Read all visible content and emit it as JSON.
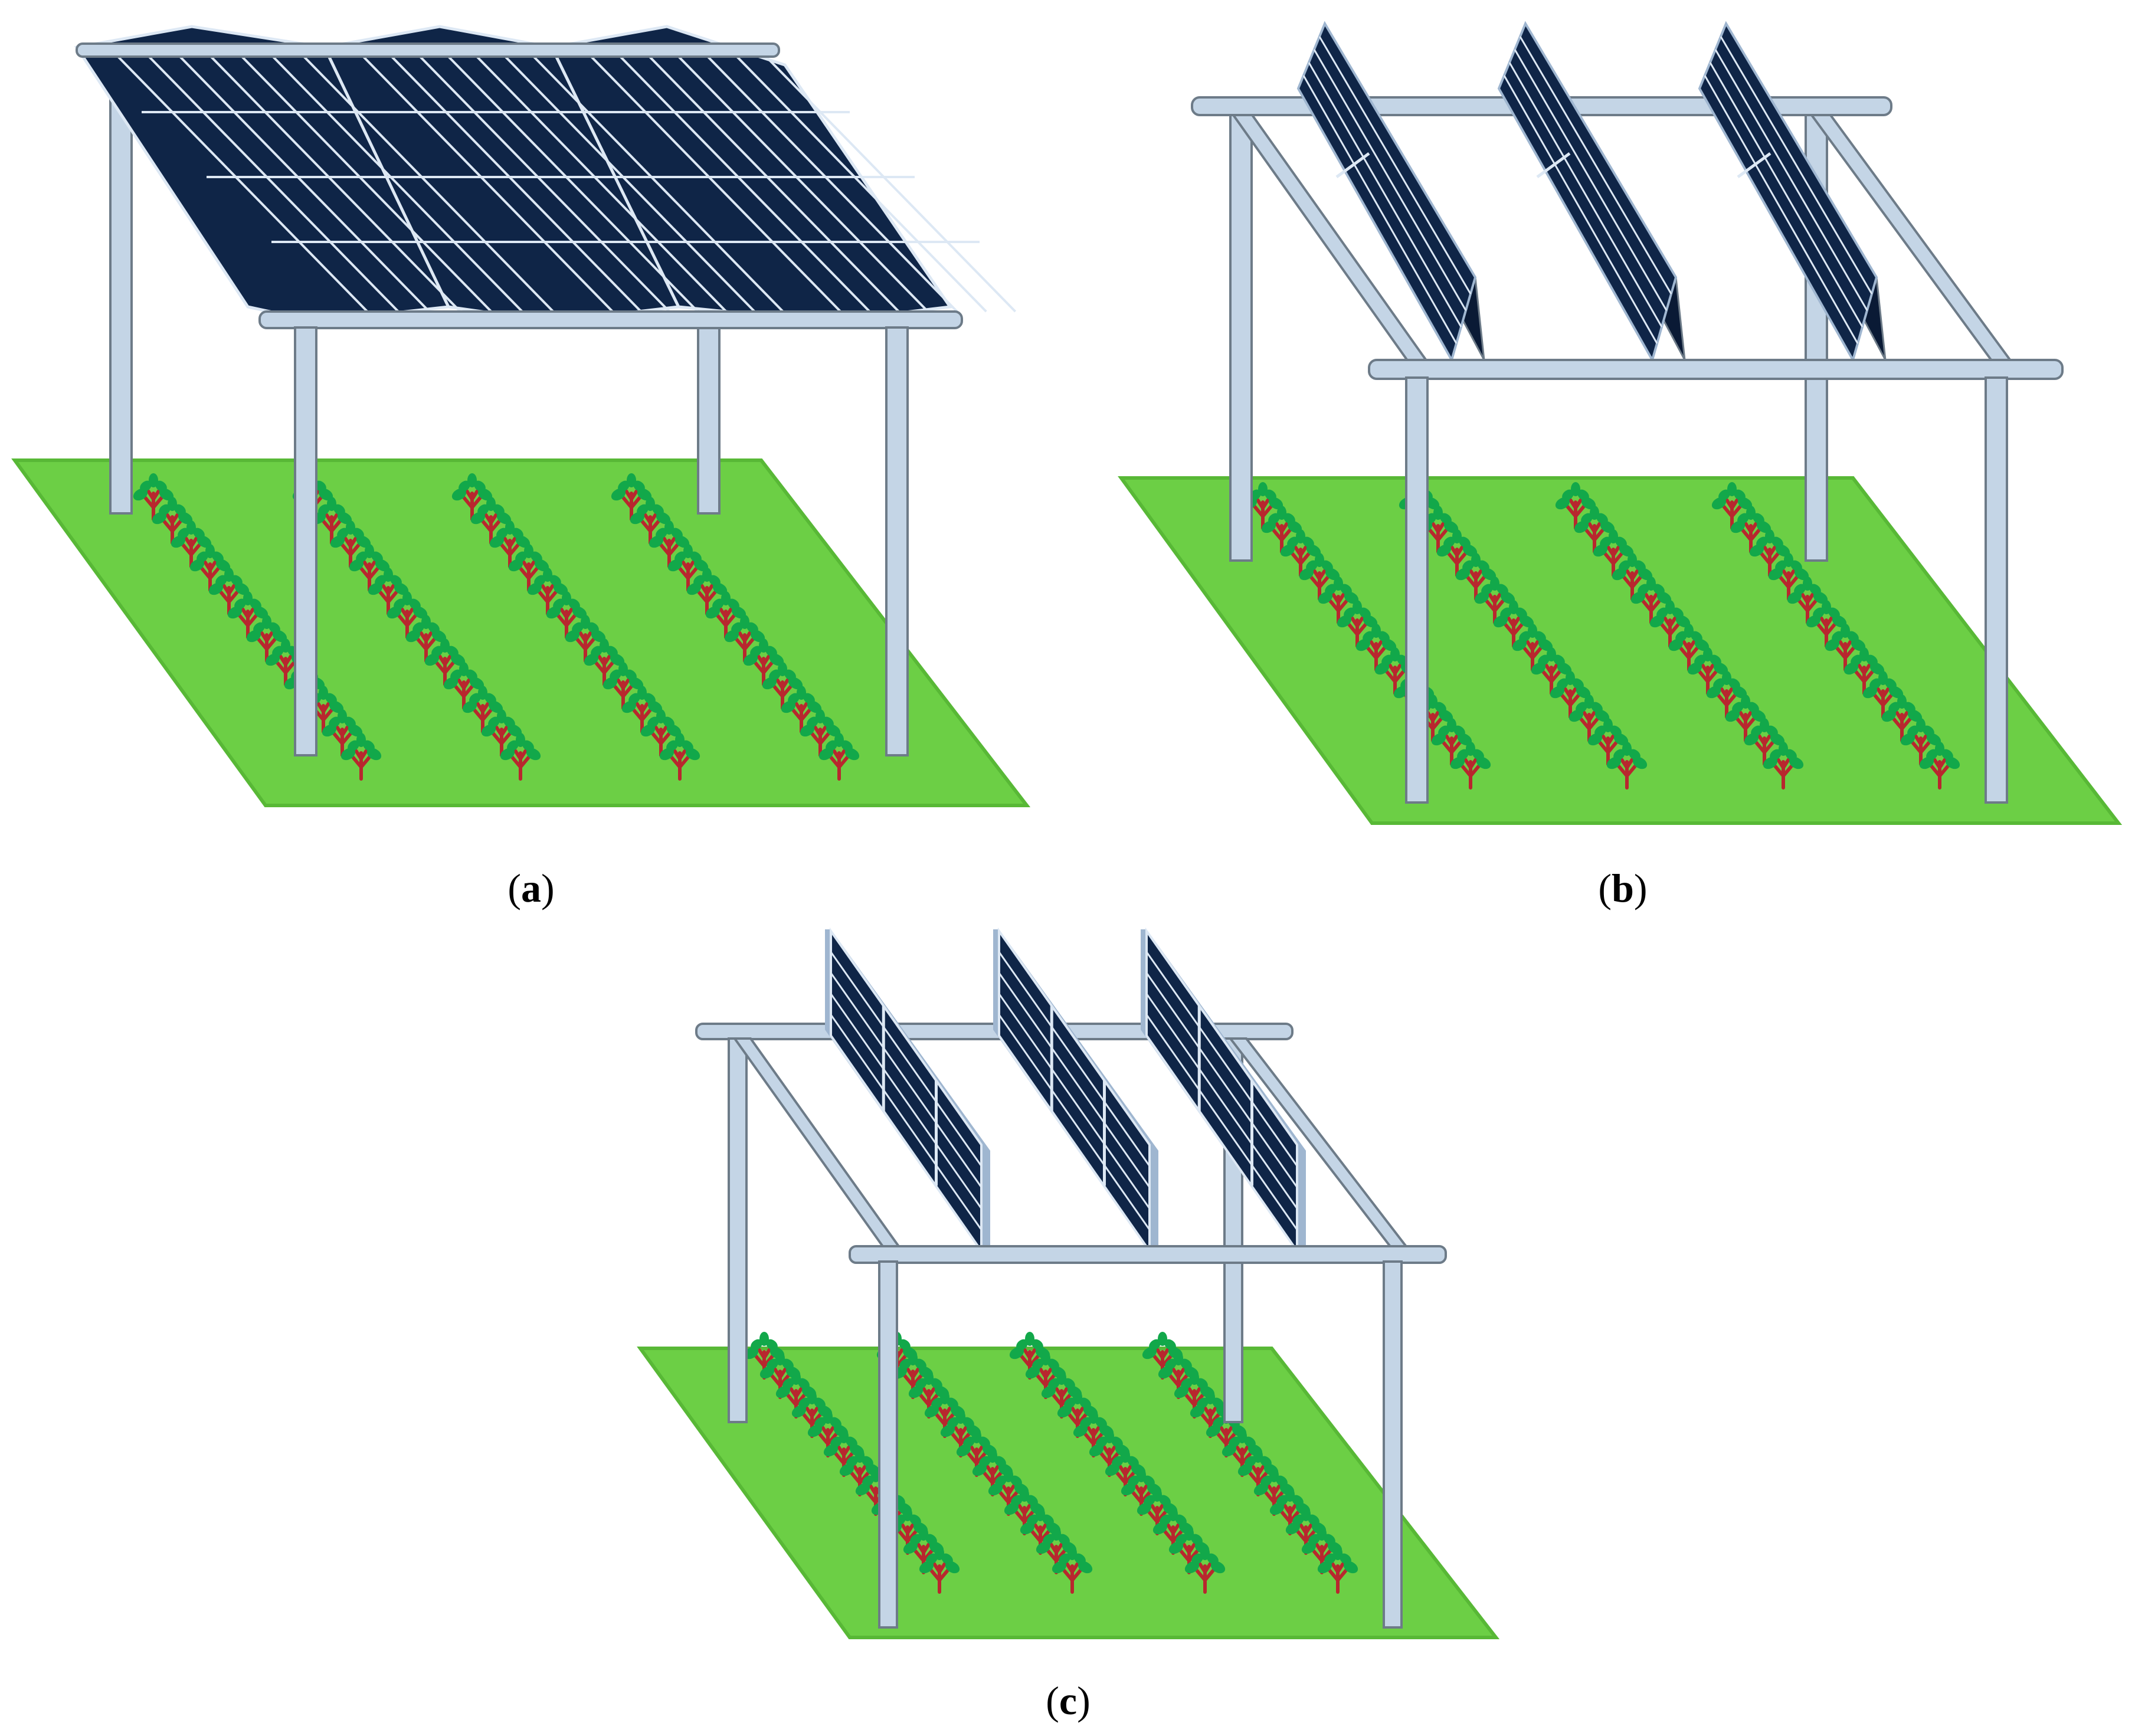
{
  "figure": {
    "panels": [
      {
        "id": "a",
        "label_open": "(",
        "label_letter": "a",
        "label_close": ")",
        "layout": "continuous-zigzag-roof"
      },
      {
        "id": "b",
        "label_open": "(",
        "label_letter": "b",
        "label_close": ")",
        "layout": "tilted-rows"
      },
      {
        "id": "c",
        "label_open": "(",
        "label_letter": "c",
        "label_close": ")",
        "layout": "vertical-rows"
      }
    ]
  },
  "colors": {
    "background": "#ffffff",
    "ground": "#6ccf45",
    "ground_edge": "#58b836",
    "frame": "#c4d5e6",
    "frame_stroke": "#6d7b88",
    "panel_fill": "#0f2547",
    "panel_dark": "#0a1a35",
    "panel_grid": "#dde8f4",
    "stem": "#b8272e",
    "leaf": "#12a84a"
  },
  "icons": {
    "plant": "crop-plant-icon",
    "solar": "solar-module-icon"
  }
}
